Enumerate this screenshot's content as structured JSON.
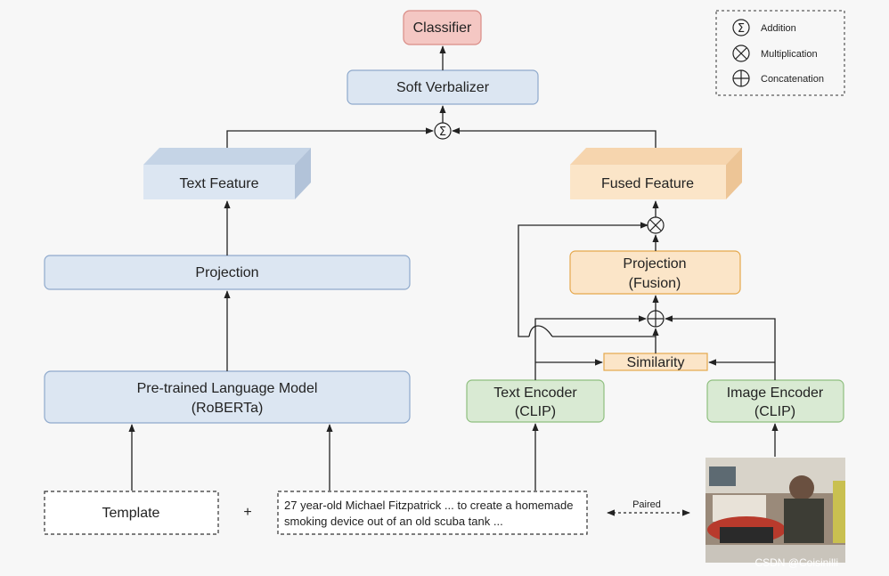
{
  "nodes": {
    "classifier": "Classifier",
    "soft_verbalizer": "Soft Verbalizer",
    "text_feature": "Text Feature",
    "fused_feature": "Fused Feature",
    "projection_left": "Projection",
    "projection_fusion_line1": "Projection",
    "projection_fusion_line2": "(Fusion)",
    "plm_line1": "Pre-trained Language Model",
    "plm_line2": "(RoBERTa)",
    "similarity": "Similarity",
    "text_encoder_line1": "Text  Encoder",
    "text_encoder_line2": "(CLIP)",
    "image_encoder_line1": "Image  Encoder",
    "image_encoder_line2": "(CLIP)",
    "template": "Template",
    "plus": "+",
    "input_text_line1": "27 year-old Michael Fitzpatrick ... to create a homemade",
    "input_text_line2": "smoking device out of an old scuba tank ...",
    "paired": "Paired"
  },
  "legend": {
    "addition": "Addition",
    "multiplication": "Multiplication",
    "concatenation": "Concatenation"
  },
  "watermark": "CSDN @Coisinilli",
  "colors": {
    "classifier": "#f4c7c3",
    "blue_box": "#dce6f2",
    "blue_border": "#8ea9cc",
    "orange_box": "#fbe5c8",
    "orange_border": "#e5a84c",
    "green_box": "#d9ead3",
    "green_border": "#8fbf7f"
  }
}
